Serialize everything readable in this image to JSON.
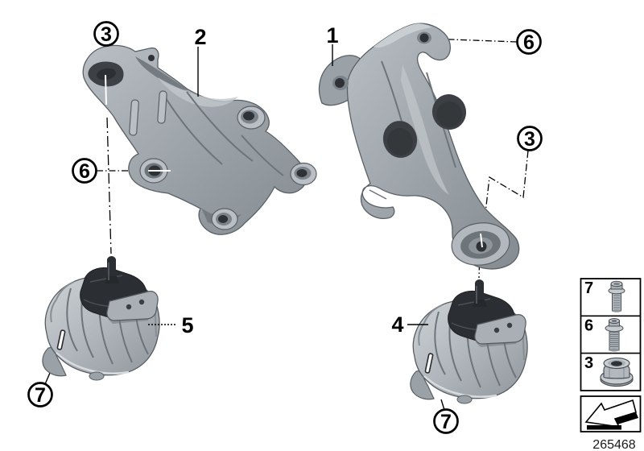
{
  "diagram": {
    "number": "265468",
    "callouts": [
      {
        "id": "callout-3-top-left",
        "number": "3"
      },
      {
        "id": "callout-6-left",
        "number": "6"
      },
      {
        "id": "callout-7-bottom-left",
        "number": "7"
      },
      {
        "id": "callout-6-top-right",
        "number": "6"
      },
      {
        "id": "callout-3-right",
        "number": "3"
      },
      {
        "id": "callout-7-bottom-right",
        "number": "7"
      }
    ],
    "part_labels": [
      {
        "id": "part-label-1",
        "number": "1"
      },
      {
        "id": "part-label-2",
        "number": "2"
      },
      {
        "id": "part-label-4",
        "number": "4"
      },
      {
        "id": "part-label-5",
        "number": "5"
      }
    ],
    "legend": {
      "rows": [
        {
          "ref": "7",
          "icon": "torx-stud-bolt-icon"
        },
        {
          "ref": "6",
          "icon": "ribbed-bolt-washer-icon"
        },
        {
          "ref": "3",
          "icon": "hex-flange-nut-icon"
        }
      ],
      "direction_arrow": "install-direction-arrow-icon"
    },
    "colors": {
      "background": "#ffffff",
      "line": "#000000",
      "metal_light": "#c8cdd1",
      "metal_mid": "#9aa1a7",
      "metal_dark": "#6b7177",
      "outline": "#4a4f54",
      "rubber": "#2b2e32",
      "hole": "#2e3135"
    }
  }
}
